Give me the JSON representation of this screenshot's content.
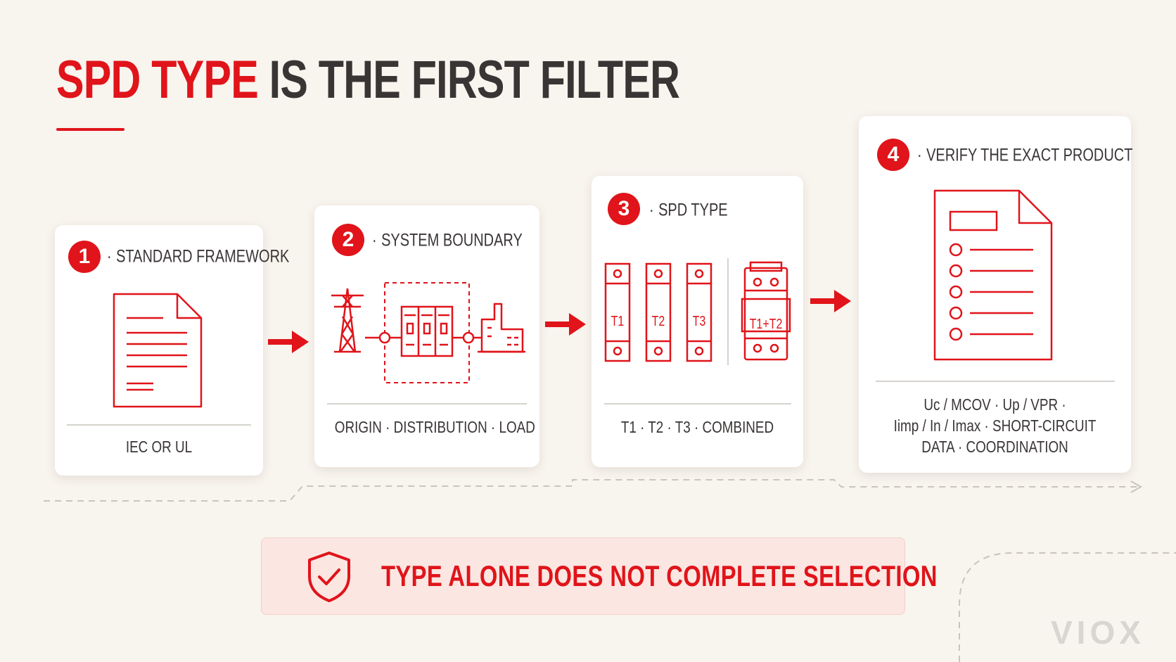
{
  "title": {
    "part_red": "SPD TYPE",
    "part_dark": "IS THE FIRST FILTER"
  },
  "steps": [
    {
      "number": "1",
      "label": "STANDARD FRAMEWORK",
      "footer": "IEC OR UL"
    },
    {
      "number": "2",
      "label": "SYSTEM BOUNDARY",
      "footer": "ORIGIN · DISTRIBUTION · LOAD"
    },
    {
      "number": "3",
      "label": "SPD TYPE",
      "footer": "T1 · T2 · T3 · COMBINED",
      "devices": [
        "T1",
        "T2",
        "T3",
        "T1+T2"
      ]
    },
    {
      "number": "4",
      "label": "VERIFY THE EXACT PRODUCT",
      "footer_lines": [
        "Uc / MCOV · Up / VPR ·",
        "Iimp / In / Imax · SHORT-CIRCUIT",
        "DATA · COORDINATION"
      ]
    }
  ],
  "alert": {
    "text": "TYPE ALONE DOES NOT COMPLETE SELECTION",
    "icon": "shield-check-icon"
  },
  "logo": "VIOX",
  "colors": {
    "accent": "#e0141a",
    "text": "#3a3535",
    "background": "#f8f4ee",
    "alert_bg": "#fbe6e2"
  }
}
